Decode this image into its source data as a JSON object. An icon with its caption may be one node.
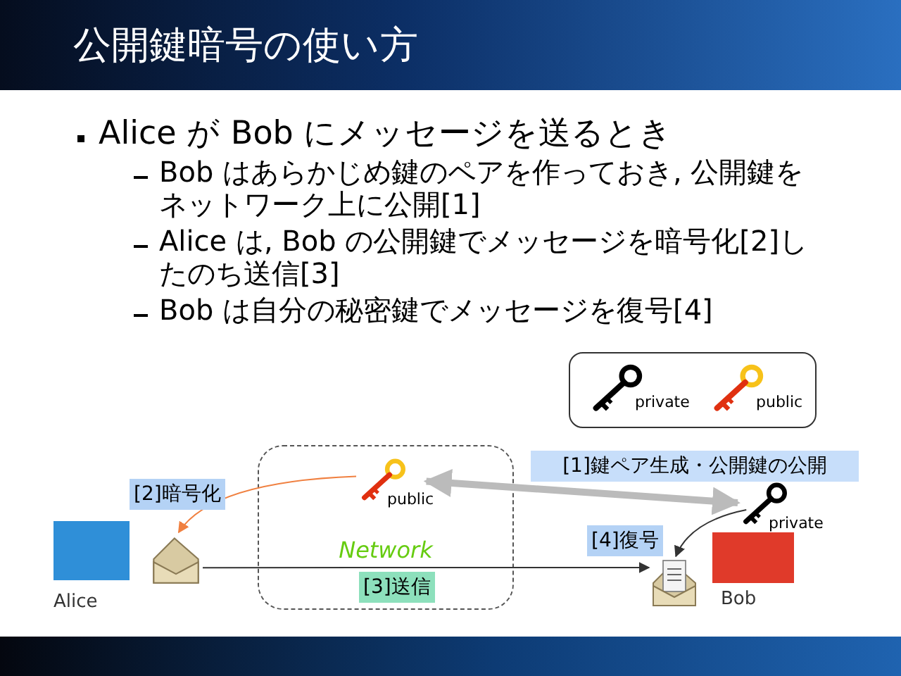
{
  "diagram": {
    "title": "公開鍵暗号の使い方",
    "nodes": [
      {
        "text": [
          "Network"
        ]
      },
      {
        "text": [
          "public"
        ],
        "in": 0
      },
      {
        "text": [
          "private"
        ]
      },
      {
        "text": [],
        "shape": "picture"
      },
      {
        "text": [],
        "shape": "picture"
      }
    ],
    "edges": [
      {
        "from": 2,
        "to": 1,
        "arrow": "both",
        "style": "thick",
        "color": "#bbbbbb",
        "label": "[1]鍵ペア生成・公開鍵の公開"
      },
      {
        "from": 1,
        "to": 3,
        "arrow": "to",
        "color": "#f08040",
        "label": "[2]暗号化"
      },
      {
        "from": 3,
        "to": 4,
        "arrow": "to",
        "label": "[3]送信"
      },
      {
        "from": 2,
        "to": 4,
        "arrow": "to",
        "label": "[4]復号"
      }
    ],
    "labels": [
      "Alice が Bob にメッセージを送るとき",
      "Bob はあらかじめ鍵のペアを作っておき, 公開鍵をネットワーク上に公開[1]",
      "Alice は, Bob の公開鍵でメッセージを暗号化[2]したのち送信[3]",
      "Bob は自分の秘密鍵でメッセージを復号[4]",
      "Alice",
      "Bob"
    ],
    "legend": [
      {
        "text": "private"
      },
      {
        "text": "public"
      }
    ]
  }
}
